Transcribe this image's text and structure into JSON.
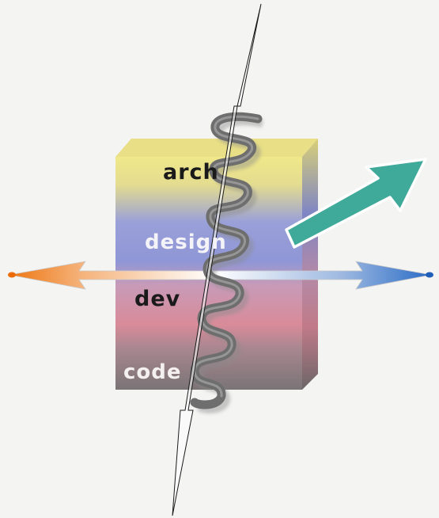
{
  "layers": [
    {
      "key": "arch",
      "label": "arch"
    },
    {
      "key": "design",
      "label": "design"
    },
    {
      "key": "dev",
      "label": "dev"
    },
    {
      "key": "code",
      "label": "code"
    }
  ],
  "colors": {
    "background": "#f4f4f3",
    "layer_arch": "#ece48a",
    "layer_design": "#8e95d6",
    "layer_dev": "#d88a9a",
    "layer_code": "#8a7e80",
    "helix": "#6f6f6f",
    "teal_arrow": "#3fa99a",
    "axis_left_tip": "#f07a16",
    "axis_right_tip": "#2c6fc8"
  },
  "icons": {
    "vertical_axis": "double-arrow-icon",
    "horizontal_axis": "double-arrow-icon",
    "diagonal_arrow": "teal-arrow-icon",
    "spiral": "helix-icon"
  }
}
